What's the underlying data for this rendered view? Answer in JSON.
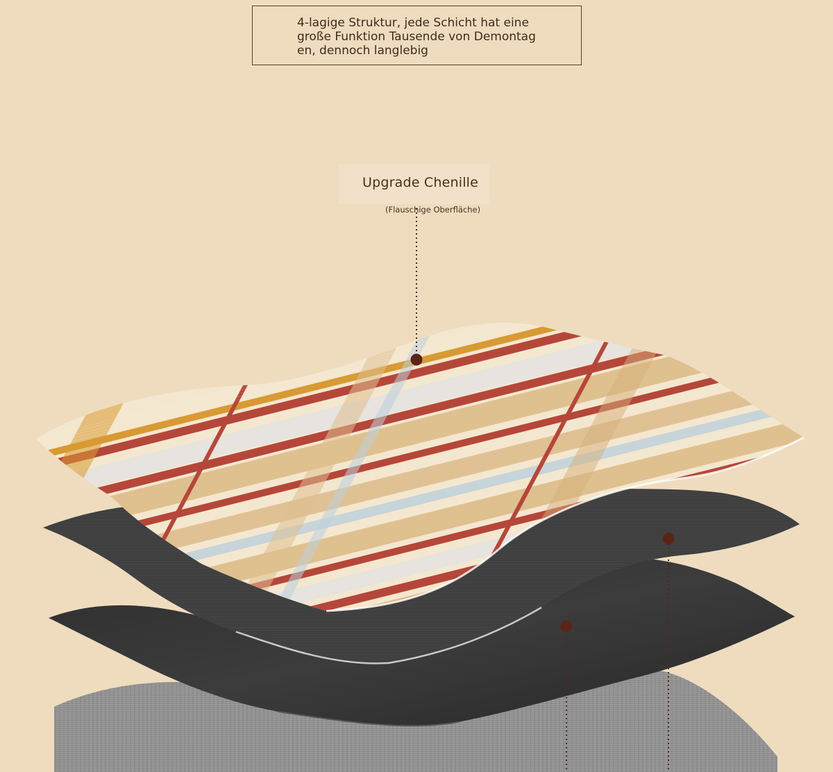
{
  "header": {
    "text": "4-lagige Struktur, jede Schicht hat eine große Funktion Tausende von Demontagen, dennoch langlebig"
  },
  "layer_label": {
    "title": "Upgrade Chenille",
    "subtitle": "(Flauschige Oberfläche)"
  },
  "colors": {
    "background": "#efdcbf",
    "text": "#3f2a1c",
    "marker": "#5a2516",
    "plaid_base": "#f4e7cf",
    "plaid_red": "#b5473a",
    "plaid_tan": "#d6b07a",
    "plaid_gold": "#d89a32",
    "plaid_blue": "#bcd0dc",
    "layer_dark": "#3a3a3a",
    "layer_black": "#2b2b2b",
    "layer_grey": "#8e8e8e"
  }
}
